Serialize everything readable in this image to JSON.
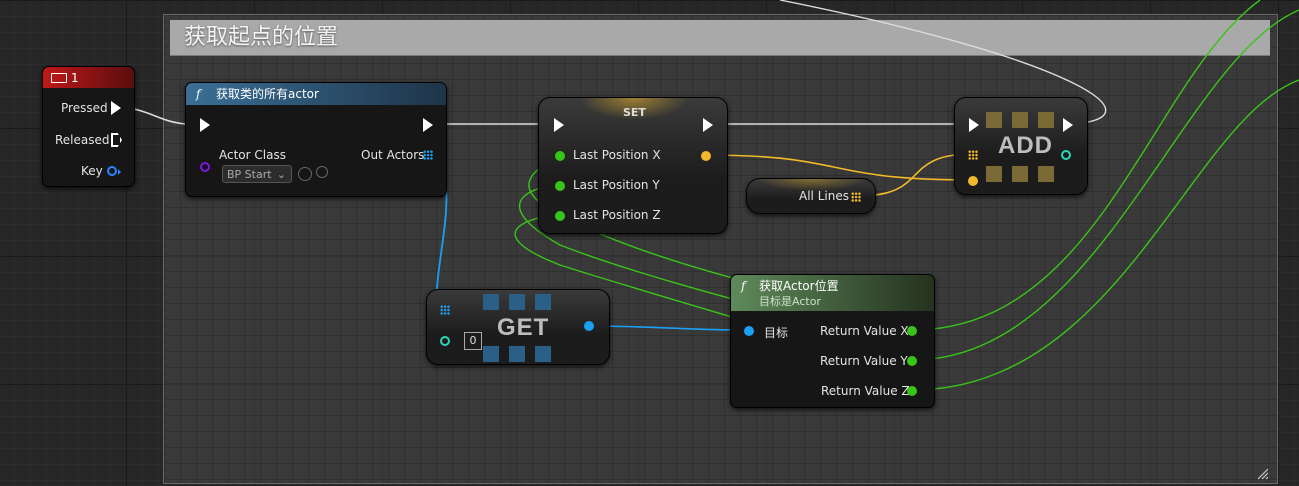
{
  "comment": {
    "title": "获取起点的位置"
  },
  "key_event": {
    "title": "1",
    "pins": {
      "pressed": "Pressed",
      "released": "Released",
      "key": "Key"
    }
  },
  "get_all_actors": {
    "title": "获取类的所有actor",
    "actor_class_label": "Actor Class",
    "actor_class_value": "BP Start",
    "out_actors_label": "Out Actors"
  },
  "set_node": {
    "title": "SET",
    "pins": [
      "Last Position X",
      "Last Position Y",
      "Last Position Z"
    ]
  },
  "all_lines": {
    "label": "All Lines"
  },
  "add_node": {
    "label": "ADD"
  },
  "get_node": {
    "label": "GET",
    "index": "0"
  },
  "get_actor_location": {
    "title": "获取Actor位置",
    "subtitle": "目标是Actor",
    "target_label": "目标",
    "outputs": [
      "Return Value X",
      "Return Value Y",
      "Return Value Z"
    ]
  },
  "colors": {
    "exec": "#ffffff",
    "float": "#39c41a",
    "vector_wire": "#f2b92a",
    "object": "#1aa0f2",
    "integer": "#2ed6b6",
    "class": "#7c1ad6",
    "struct_key": "#2a86ff"
  },
  "icons": {
    "keyboard": "keyboard-icon",
    "function": "function-icon",
    "array": "array-icon",
    "browse": "browse-icon",
    "search": "search-icon",
    "resize": "resize-grip-icon"
  }
}
